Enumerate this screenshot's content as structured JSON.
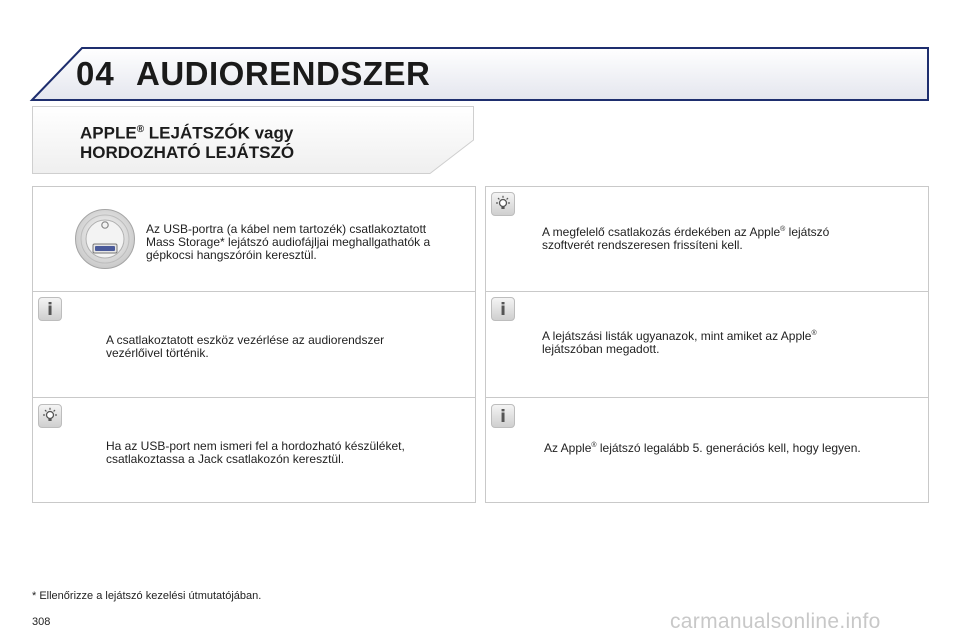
{
  "header": {
    "chapter_number": "04",
    "chapter_title": "AUDIORENDSZER"
  },
  "section": {
    "title_line1_a": "APPLE",
    "title_line1_sup": "®",
    "title_line1_b": " LEJÁTSZÓK vagy",
    "title_line2": "HORDOZHATÓ LEJÁTSZÓ"
  },
  "panels": {
    "usb": {
      "icon": "usb-port-icon",
      "text_line1": "Az USB-portra (a kábel nem tartozék) csatlakoztatott",
      "text_line2": "Mass Storage* lejátszó audiofájljai meghallgathatók a",
      "text_line3": "gépkocsi hangszóróin keresztül."
    },
    "info_control": {
      "icon": "info-icon",
      "text_line1": "A csatlakoztatott eszköz vezérlése az audiorendszer",
      "text_line2": "vezérlőivel történik."
    },
    "tip_jack": {
      "icon": "lightbulb-icon",
      "text_line1": "Ha az USB-port nem ismeri fel a hordozható készüléket,",
      "text_line2": "csatlakoztassa a Jack csatlakozón keresztül."
    },
    "tip_update": {
      "icon": "lightbulb-icon",
      "text_line1_a": "A megfelelő csatlakozás érdekében az Apple",
      "text_line1_sup": "®",
      "text_line1_b": " lejátszó",
      "text_line2": "szoftverét rendszeresen frissíteni kell."
    },
    "info_playlists": {
      "icon": "info-icon",
      "text_line1_a": "A lejátszási listák ugyanazok, mint amiket az Apple",
      "text_line1_sup": "®",
      "text_line2": "lejátszóban megadott."
    },
    "info_generation": {
      "icon": "info-icon",
      "text_a": "Az Apple",
      "text_sup": "®",
      "text_b": " lejátszó legalább 5. generációs kell, hogy legyen."
    }
  },
  "footnote": "* Ellenőrizze a lejátszó kezelési útmutatójában.",
  "page_number": "308",
  "watermark": "carmanualsonline.info",
  "colors": {
    "banner_border": "#1e2e6e",
    "panel_border": "#c9c9c9",
    "text": "#222222",
    "watermark": "#c8c8c8"
  }
}
